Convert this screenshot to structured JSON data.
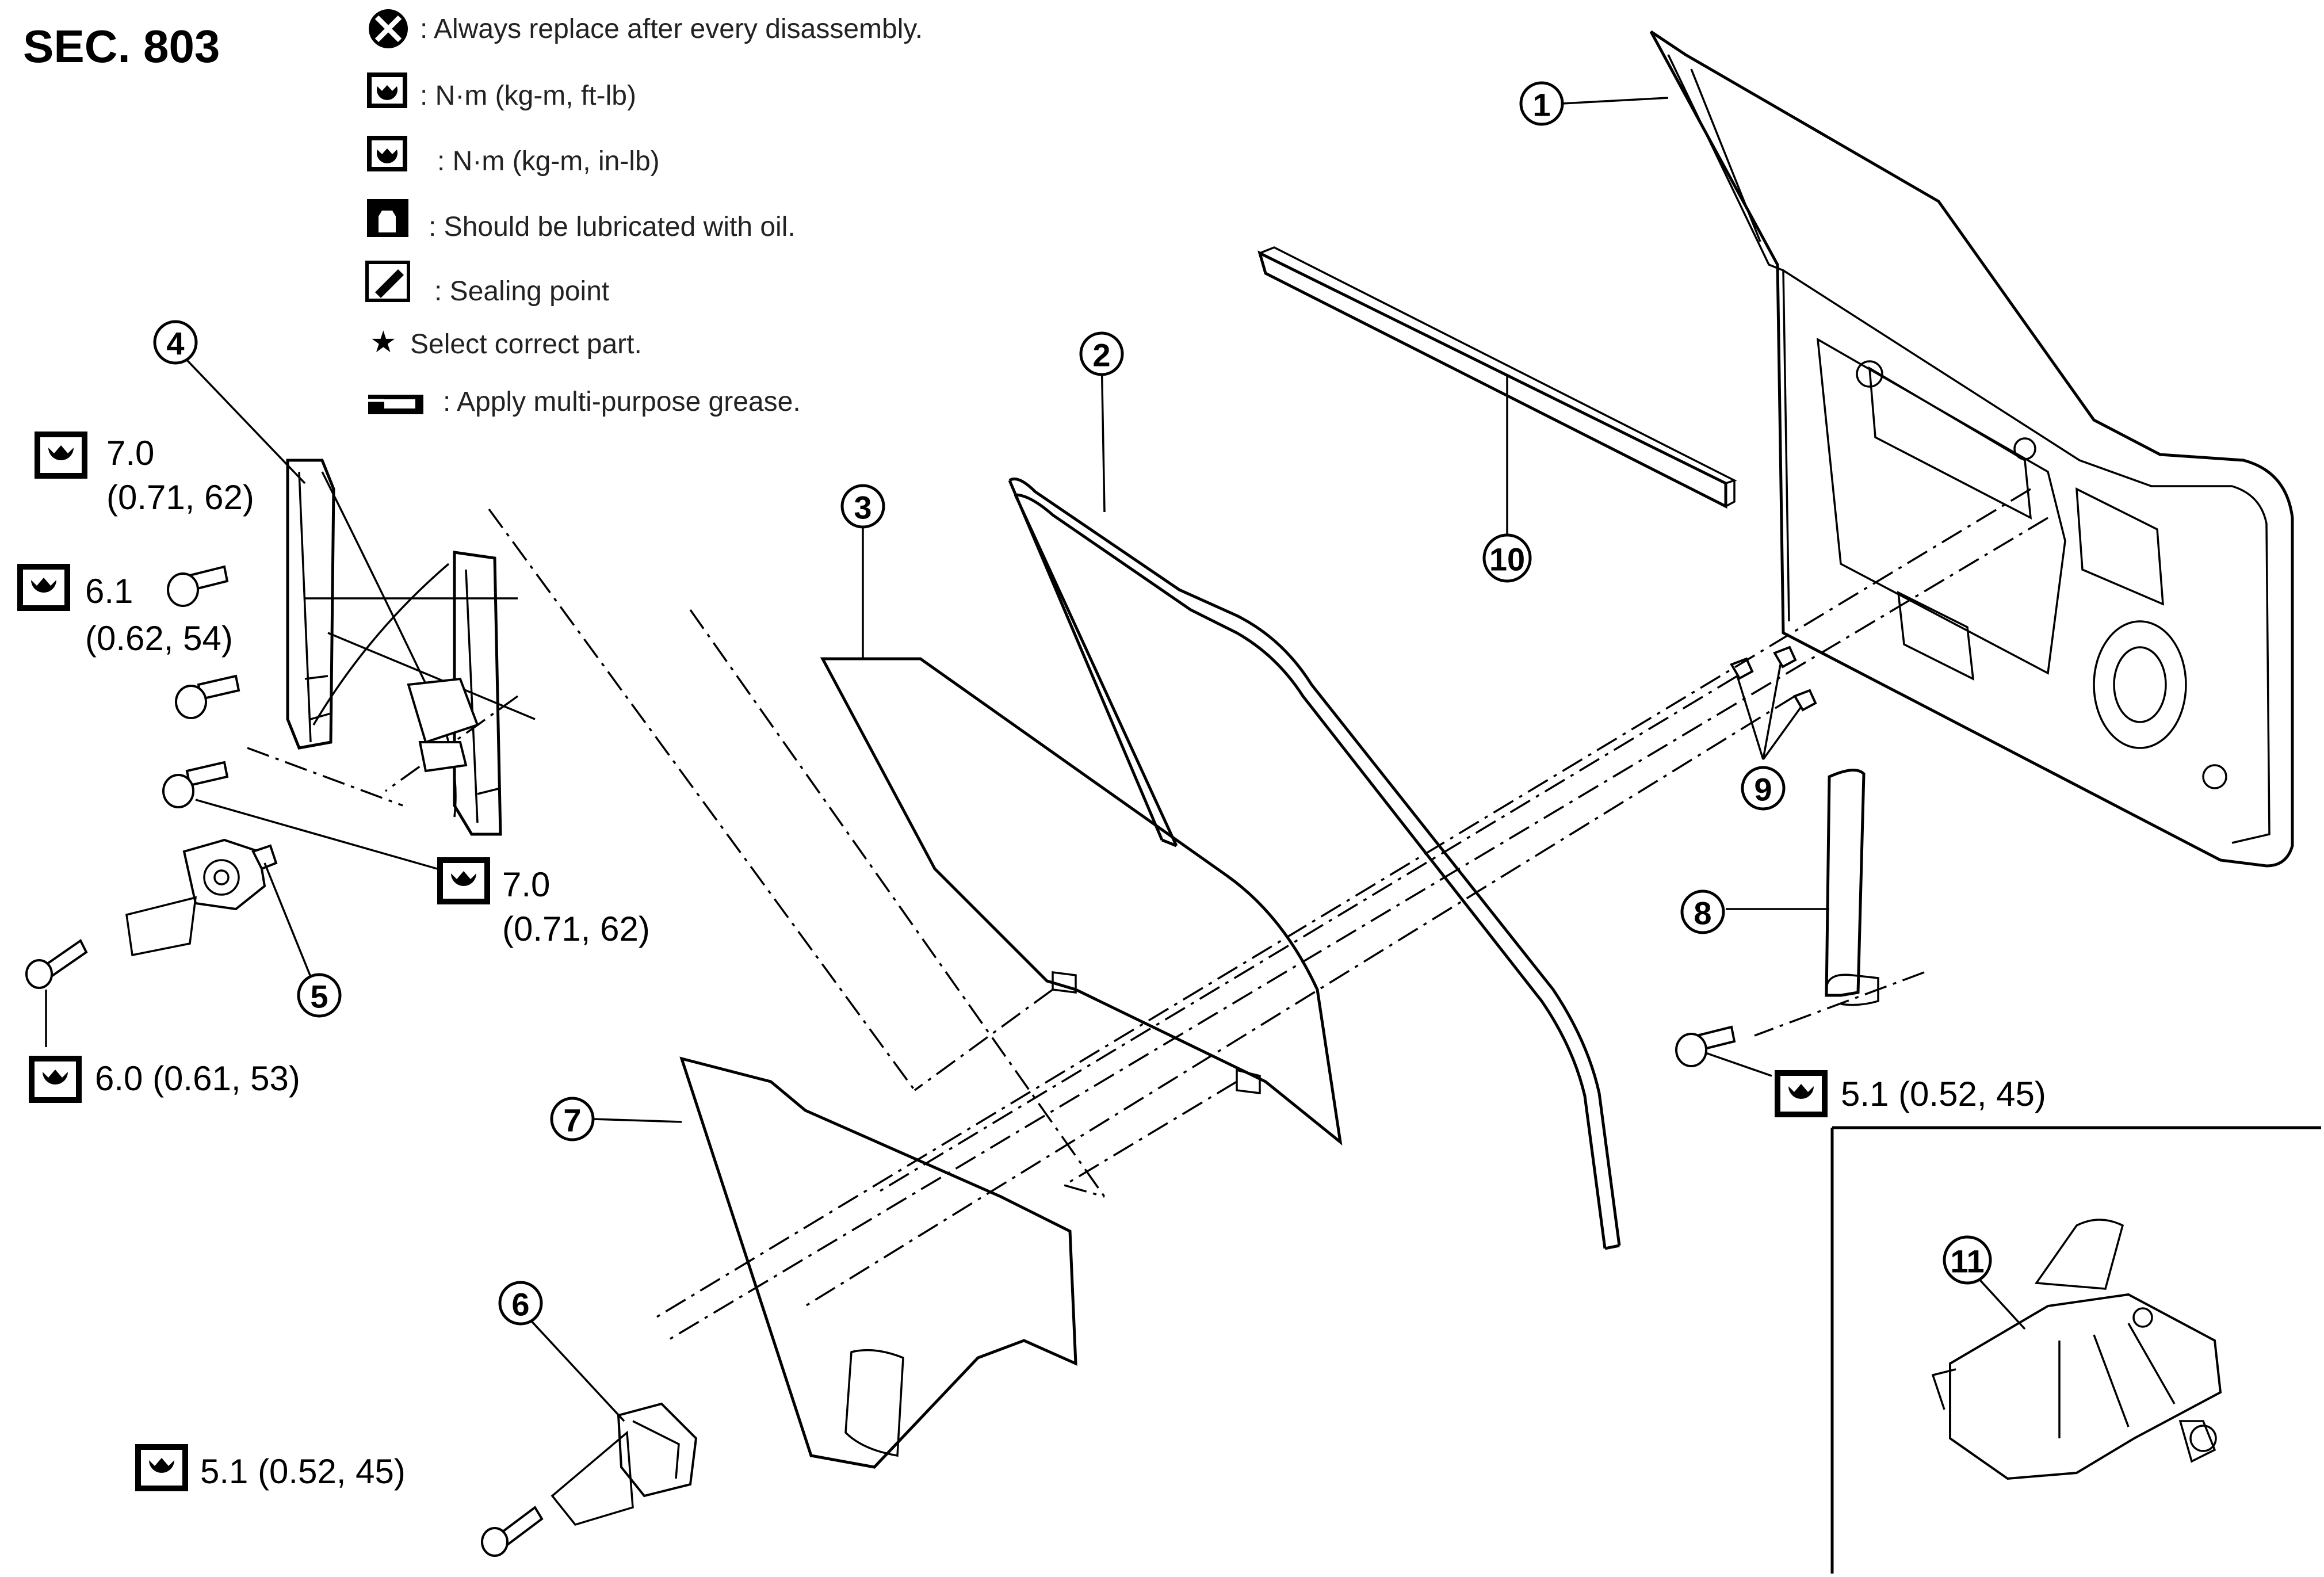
{
  "section_label": "SEC. 803",
  "legend": [
    {
      "icon": "x-circle-icon",
      "text": ": Always replace after every disassembly."
    },
    {
      "icon": "torque-wrench-ft-lb-icon",
      "text": ": N·m (kg-m, ft-lb)"
    },
    {
      "icon": "torque-wrench-in-lb-icon",
      "text": ": N·m (kg-m, in-lb)"
    },
    {
      "icon": "oil-can-icon",
      "text": ": Should be lubricated with oil."
    },
    {
      "icon": "sealing-icon",
      "text": ": Sealing point"
    },
    {
      "icon": "star-icon",
      "text": "Select correct part."
    },
    {
      "icon": "grease-icon",
      "text": ": Apply multi-purpose grease."
    }
  ],
  "torque_specs": {
    "t1_value": "7.0",
    "t1_units": "(0.71, 62)",
    "t2_value": "6.1",
    "t2_units": "(0.62, 54)",
    "t3_value": "7.0",
    "t3_units": "(0.71, 62)",
    "t4_text": "6.0 (0.61, 53)",
    "t5_text": "5.1 (0.52, 45)",
    "t6_text": "5.1 (0.52, 45)"
  },
  "part_numbers": [
    "1",
    "2",
    "3",
    "4",
    "5",
    "6",
    "7",
    "8",
    "9",
    "10",
    "11"
  ]
}
